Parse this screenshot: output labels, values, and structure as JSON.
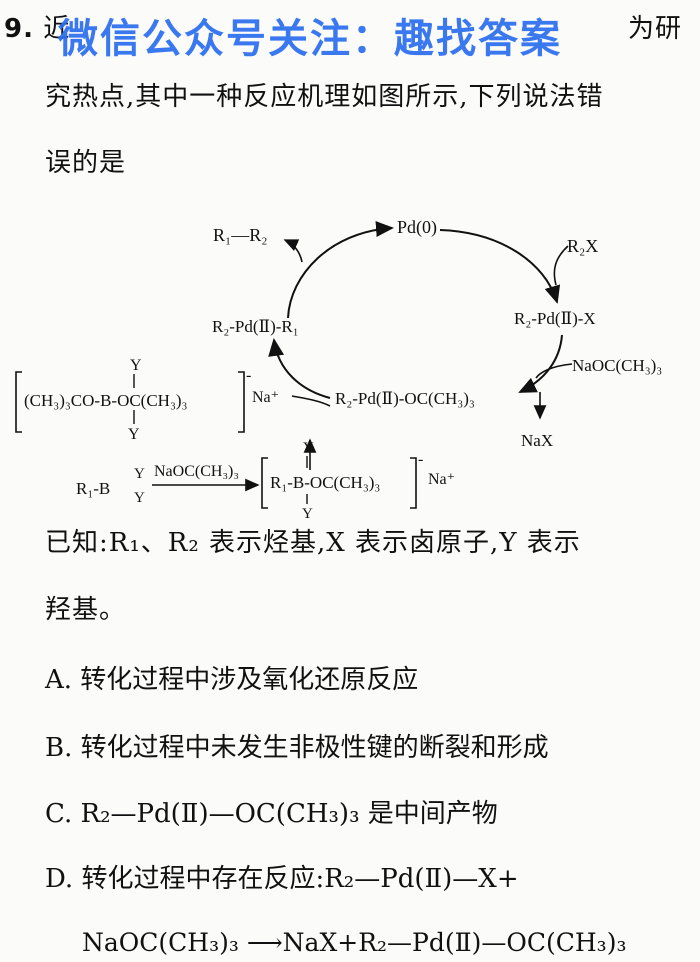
{
  "question": {
    "number": "9.",
    "line1_start": "近",
    "line1_end": "为研",
    "line2": "究热点,其中一种反应机理如图所示,下列说法错",
    "line3": "误的是"
  },
  "watermark": "微信公众号关注：趣找答案",
  "diagram": {
    "pd0": "Pd(0)",
    "r2x": "R₂X",
    "r2_pd_x": "R₂-Pd(Ⅱ)-X",
    "naotbu_right": "NaOC(CH₃)₃",
    "nax": "NaX",
    "r2_pd_otbu": "R₂-Pd(Ⅱ)-OC(CH₃)₃",
    "r2_pd_r1": "R₂-Pd(Ⅱ)-R₁",
    "r1_r2": "R₁—R₂",
    "borate_left_main": "(CH₃)₃CO-B-OC(CH₃)₃",
    "borate_left_y_top": "Y",
    "borate_left_y_bottom": "Y",
    "borate_left_charge": "-",
    "borate_left_na": "Na⁺",
    "boronic": "R₁-B",
    "boronic_y1": "Y",
    "boronic_y2": "Y",
    "naotbu_bottom": "NaOC(CH₃)₃",
    "borate_bottom_main": "R₁-B-OC(CH₃)₃",
    "borate_bottom_y_top": "Y",
    "borate_bottom_y_bottom": "Y",
    "borate_bottom_charge": "-",
    "borate_bottom_na": "Na⁺"
  },
  "known": {
    "line1": "已知:R₁、R₂ 表示烃基,X 表示卤原子,Y 表示",
    "line2": "羟基。"
  },
  "options": {
    "A": "A. 转化过程中涉及氧化还原反应",
    "B": "B. 转化过程中未发生非极性键的断裂和形成",
    "C": "C. R₂—Pd(Ⅱ)—OC(CH₃)₃ 是中间产物",
    "D": "D. 转化过程中存在反应:R₂—Pd(Ⅱ)—X+",
    "D_eq": "NaOC(CH₃)₃ ⟶NaX+R₂—Pd(Ⅱ)—OC(CH₃)₃"
  }
}
